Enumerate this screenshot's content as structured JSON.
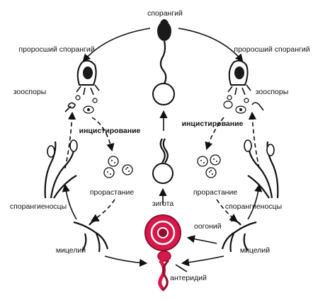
{
  "labels": {
    "sporangium": "спорангий",
    "sprouted_left": "проросший спорангий",
    "sprouted_right": "проросший спорангий",
    "zoospores_left": "зооспоры",
    "zoospores_right": "зооспоры",
    "encystment_left": "инцистирование",
    "encystment_right": "инцистирование",
    "germination_left": "прорастание",
    "germination_right": "прорастание",
    "sporangiophores_left": "спорангиеносцы",
    "sporangiophores_right": "спорангиеносцы",
    "mycelium_left": "мицелий",
    "mycelium_right": "мицелий",
    "zygote": "зигота",
    "oogonium": "оогоний",
    "antheridium": "антеридий"
  },
  "colors": {
    "line": "#111111",
    "oogonium_fill": "#d6184a",
    "oogonium_dark": "#8e0e2c",
    "sporangium_fill": "#1a1a1a",
    "background": "#ffffff"
  }
}
